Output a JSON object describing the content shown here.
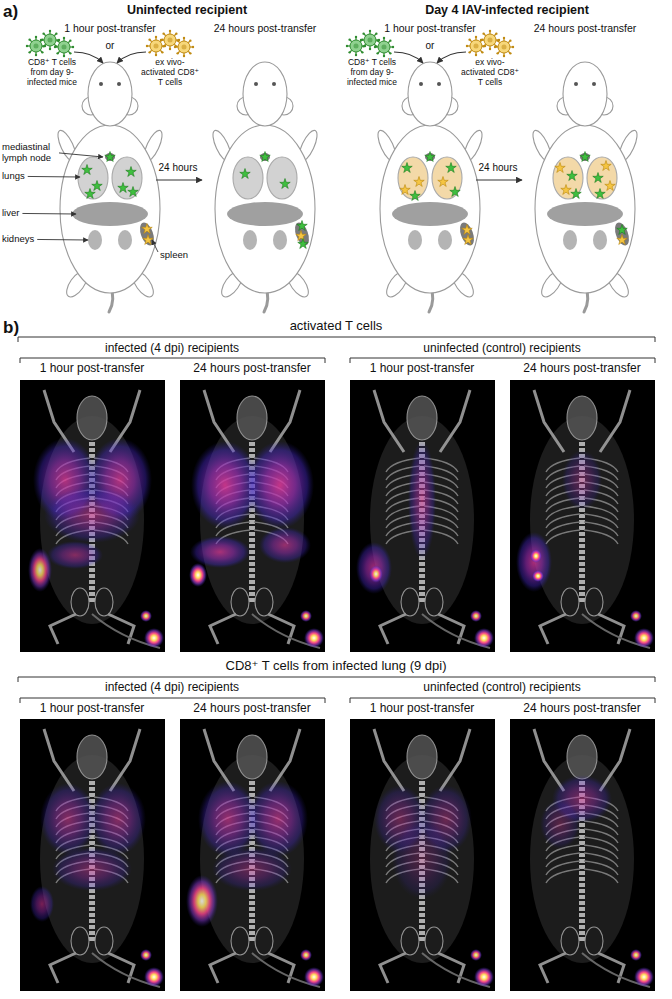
{
  "diagram": {
    "labels": [
      "a)",
      "Uninfected recipient",
      "1 hour post-transfer",
      "24 hours post-transfer",
      "CD8⁺ T cells from day 9-infected mice",
      "or",
      "ex vivo-activated CD8⁺ T cells",
      "mediastinal lymph node",
      "lungs",
      "liver",
      "kidneys",
      "spleen",
      "24 hours",
      "Day 4 IAV-infected recipient",
      "1 hour post-transfer",
      "24 hours post-transfer",
      "CD8⁺ T cells from day 9-infected mice",
      "or",
      "ex vivo-activated CD8⁺ T cells",
      "24 hours",
      "b)",
      "activated T cells",
      "infected (4 dpi) recipients",
      "uninfected (control) recipients",
      "1 hour post-transfer",
      "24 hours post-transfer",
      "1 hour post-transfer",
      "24 hours post-transfer",
      "CD8⁺ T cells from infected lung (9 dpi)",
      "infected (4 dpi) recipients",
      "uninfected (control) recipients",
      "1 hour post-transfer",
      "24 hours post-transfer",
      "1 hour post-transfer",
      "24 hours post-transfer"
    ]
  }
}
